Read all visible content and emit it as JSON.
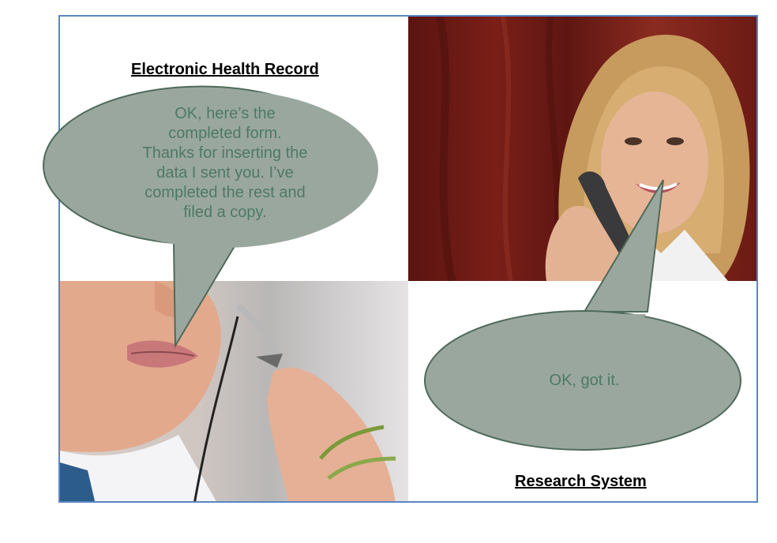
{
  "titles": {
    "ehr": "Electronic Health Record",
    "research": "Research System"
  },
  "bubbles": {
    "ehr_speech": [
      "OK, here’s the",
      "completed form.",
      "Thanks for inserting the",
      "data I sent you.  I’ve",
      "completed the rest and",
      "filed a copy."
    ],
    "research_speech": "OK, got it."
  },
  "colors": {
    "frame": "#5b86c4",
    "bubble_fill": "#9aa79f",
    "bubble_text": "#4d7a63",
    "bubble_stroke": "#4f6a5a"
  },
  "images": {
    "woman": "woman-on-phone-photo",
    "man": "man-with-headset-photo"
  }
}
